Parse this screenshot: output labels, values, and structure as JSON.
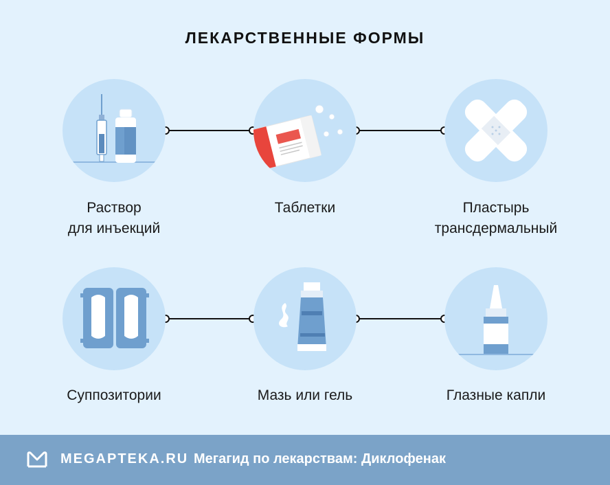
{
  "title": "ЛЕКАРСТВЕННЫЕ ФОРМЫ",
  "forms": [
    {
      "line1": "Раствор",
      "line2": "для инъекций",
      "icon": "syringe-vial-icon"
    },
    {
      "line1": "Таблетки",
      "line2": "",
      "icon": "tablets-box-icon"
    },
    {
      "line1": "Пластырь",
      "line2": "трансдермальный",
      "icon": "patch-icon"
    },
    {
      "line1": "Суппозитории",
      "line2": "",
      "icon": "suppository-icon"
    },
    {
      "line1": "Мазь или гель",
      "line2": "",
      "icon": "ointment-tube-icon"
    },
    {
      "line1": "Глазные капли",
      "line2": "",
      "icon": "eye-drops-icon"
    }
  ],
  "footer": {
    "brand": "MEGAPTEKA.RU",
    "subtitle": "Мегагид по лекарствам: Диклофенак"
  },
  "colors": {
    "background": "#e3f2fd",
    "circle": "#c6e2f8",
    "footer": "#7ba3c8",
    "accent_blue": "#6f9fce",
    "accent_red": "#e8453c"
  }
}
